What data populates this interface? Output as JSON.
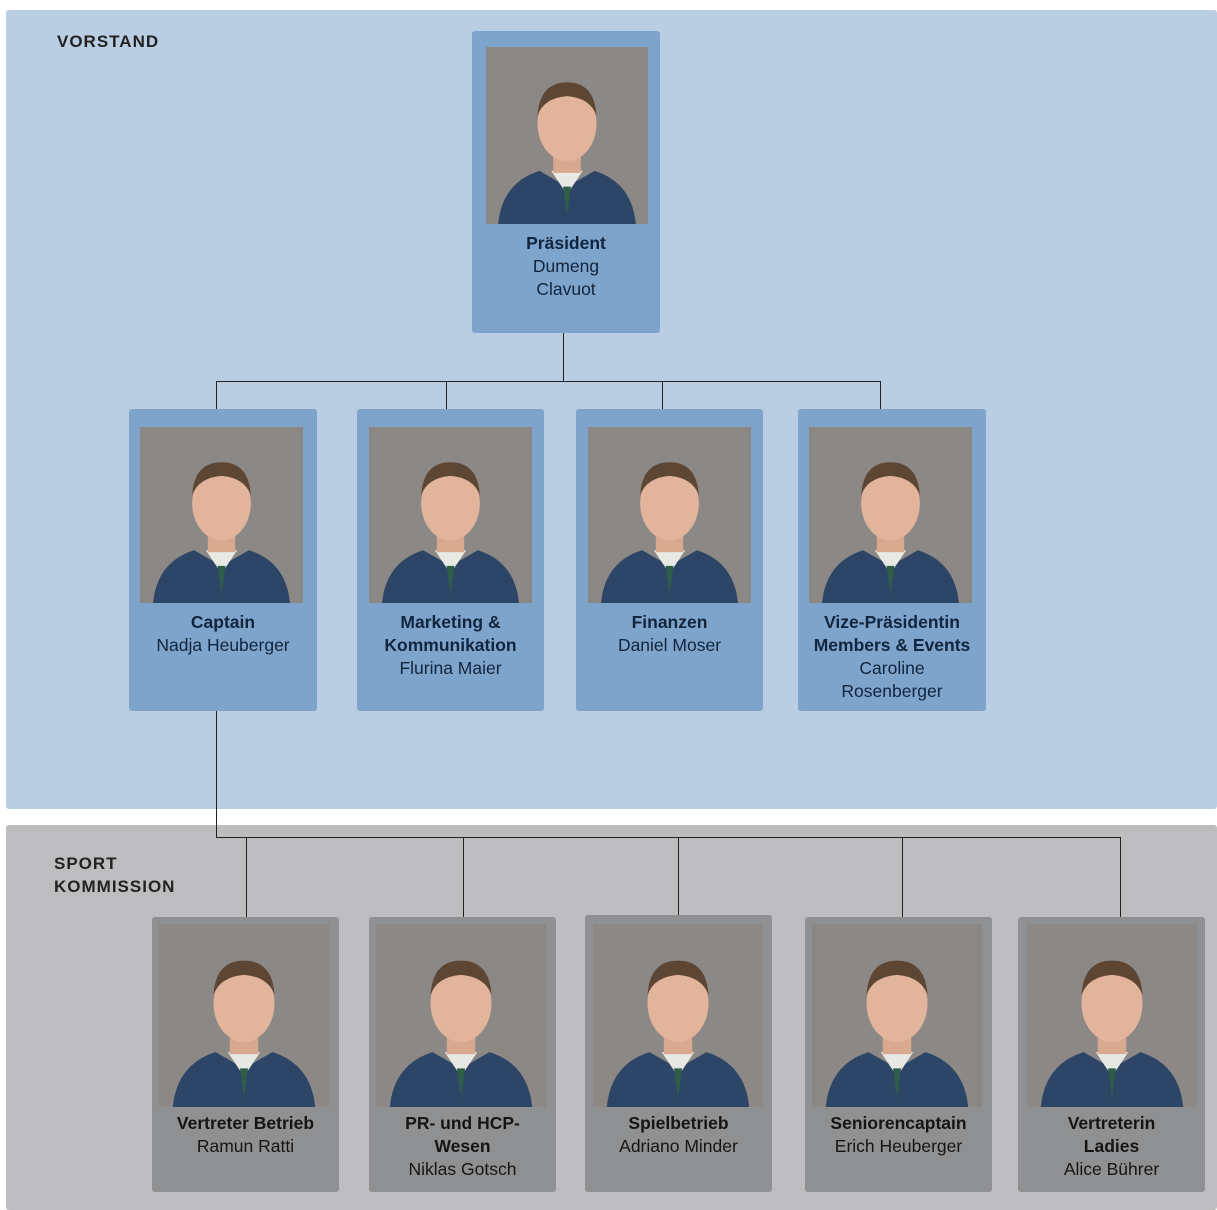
{
  "sections": {
    "vorstand": {
      "label": "VORSTAND",
      "color": "#b9cde3"
    },
    "sport": {
      "label": "SPORT\nKOMMISSION",
      "color": "#bdbdbf"
    }
  },
  "vorstand": {
    "president": {
      "role": "Präsident",
      "name": "Dumeng\nClavuot"
    },
    "members": [
      {
        "role": "Captain",
        "name": "Nadja Heuberger"
      },
      {
        "role": "Marketing &\nKommunikation",
        "name": "Flurina Maier"
      },
      {
        "role": "Finanzen",
        "name": "Daniel Moser"
      },
      {
        "role": "Vize-Präsidentin\nMembers & Events",
        "name": "Caroline\nRosenberger"
      }
    ]
  },
  "sport_kommission": {
    "members": [
      {
        "role": "Vertreter Betrieb",
        "name": "Ramun Ratti"
      },
      {
        "role": "PR- und HCP-\nWesen",
        "name": "Niklas Gotsch"
      },
      {
        "role": "Spielbetrieb",
        "name": "Adriano Minder"
      },
      {
        "role": "Seniorencaptain",
        "name": "Erich Heuberger"
      },
      {
        "role": "Vertreterin\nLadies",
        "name": "Alice Bührer"
      }
    ]
  },
  "colors": {
    "card_blue": "#7fa4cb",
    "card_grey": "#8f9091",
    "photo_bg": "#8a8785",
    "jacket": "#2d4566"
  }
}
